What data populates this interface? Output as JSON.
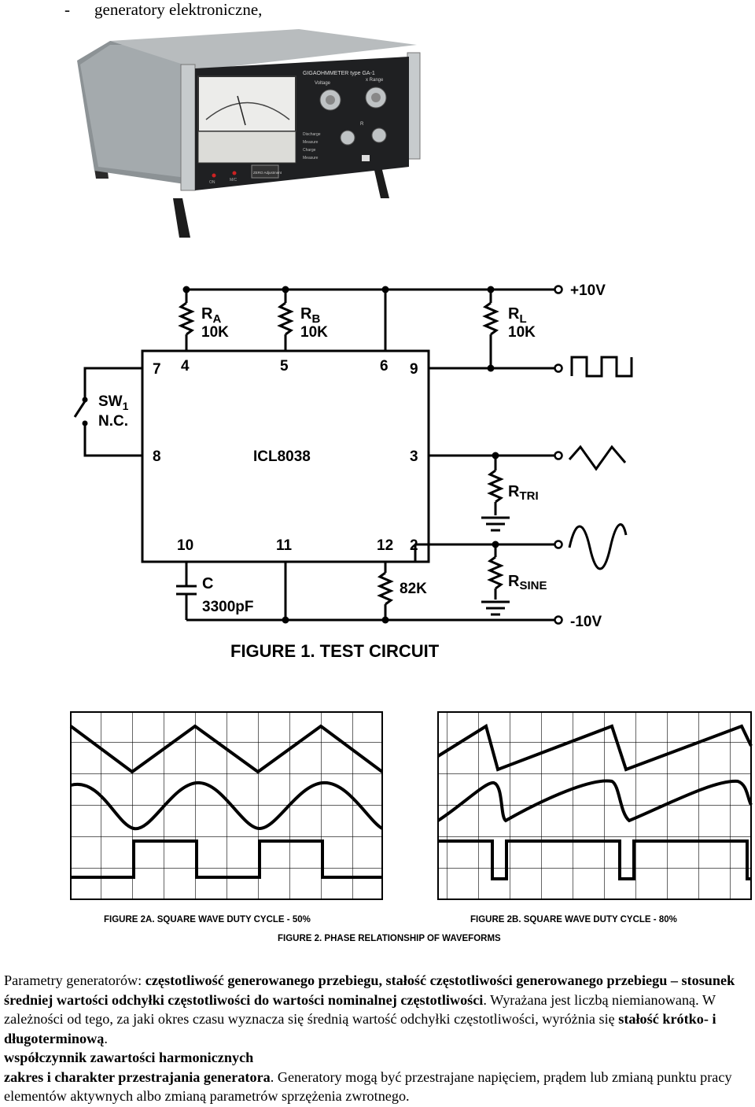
{
  "bullet": {
    "dash": "-",
    "text": "generatory elektroniczne,"
  },
  "photo": {
    "brand_text": "GIGAOHMMETER type GA-1",
    "voltage_label": "Voltage",
    "range_label": "x Range",
    "rl_label": "R",
    "modes": [
      "Discharge",
      "Measure",
      "Charge",
      "Measure"
    ],
    "led_labels": [
      "ON",
      "M/C"
    ],
    "badge_text": "ZERO Adjustment"
  },
  "circuit": {
    "ic_name": "ICL8038",
    "pins": [
      "7",
      "4",
      "5",
      "6",
      "9",
      "8",
      "3",
      "10",
      "11",
      "12",
      "2"
    ],
    "ra": {
      "name": "R",
      "sub": "A",
      "value": "10K"
    },
    "rb": {
      "name": "R",
      "sub": "B",
      "value": "10K"
    },
    "rl": {
      "name": "R",
      "sub": "L",
      "value": "10K"
    },
    "sw": {
      "name": "SW",
      "sub": "1",
      "type": "N.C."
    },
    "rtri": {
      "name": "R",
      "sub": "TRI"
    },
    "rsine": {
      "name": "R",
      "sub": "SINE"
    },
    "cap": {
      "name": "C",
      "value": "3300pF"
    },
    "r82": "82K",
    "vplus": "+10V",
    "vminus": "-10V",
    "caption": "FIGURE 1.  TEST CIRCUIT"
  },
  "waveforms": {
    "caption_a": "FIGURE 2A.  SQUARE WAVE DUTY CYCLE - 50%",
    "caption_b": "FIGURE 2B.  SQUARE WAVE DUTY CYCLE - 80%",
    "caption_main": "FIGURE 2.  PHASE RELATIONSHIP OF WAVEFORMS"
  },
  "paragraph": {
    "s1": "Parametry generatorów: ",
    "b1": "częstotliwość generowanego przebiegu, stałość częstotliwości generowanego przebiegu – stosunek średniej wartości odchyłki częstotliwości do wartości nominalnej częstotliwości",
    "s2": ". Wyrażana jest liczbą niemianowaną. W zależności od tego, za jaki okres czasu wyznacza się średnią wartość odchyłki częstotliwości, wyróżnia się ",
    "b2": "stałość krótko- i długoterminową",
    "s3": ".",
    "b3": "współczynnik zawartości harmonicznych",
    "b4": "zakres i charakter przestrajania generatora",
    "s4": ". Generatory mogą być przestrajane napięciem, prądem lub zmianą punktu pracy elementów aktywnych albo zmianą parametrów sprzężenia zwrotnego."
  }
}
